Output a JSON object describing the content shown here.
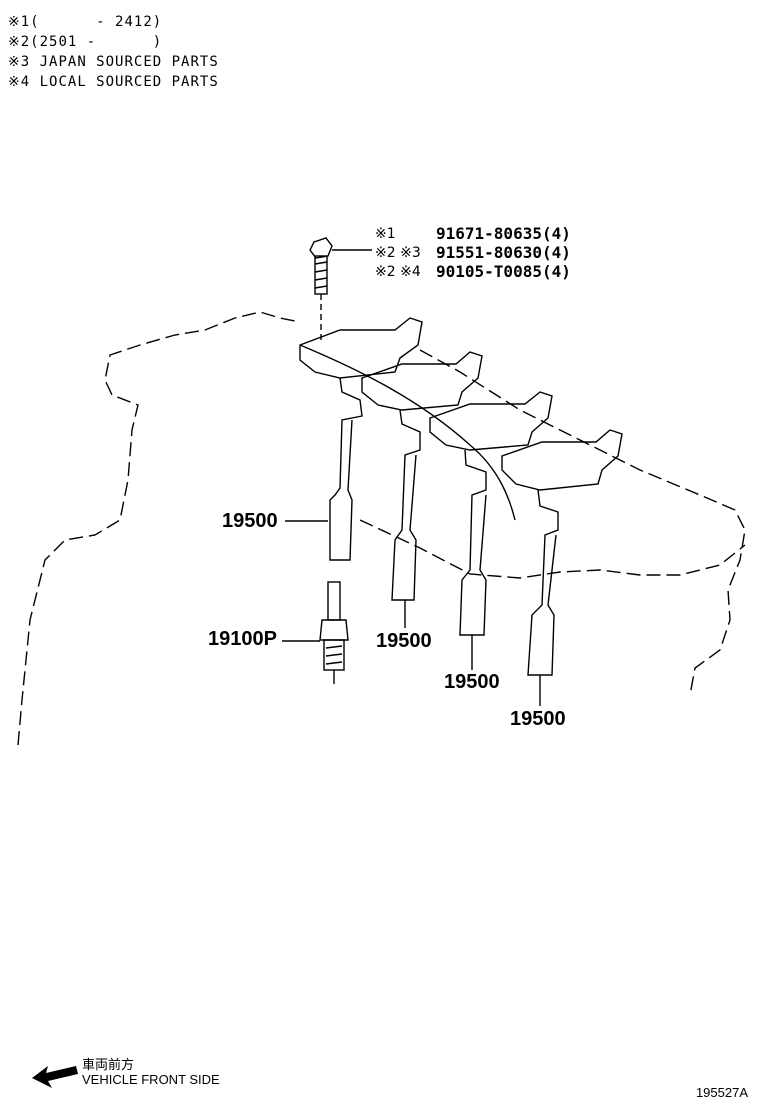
{
  "notes": [
    {
      "mark": "※1",
      "text": "(      - 2412)"
    },
    {
      "mark": "※2",
      "text": "(2501 -      )"
    },
    {
      "mark": "※3",
      "text": "JAPAN SOURCED PARTS"
    },
    {
      "mark": "※4",
      "text": "LOCAL SOURCED PARTS"
    }
  ],
  "bolt_parts": [
    {
      "marks": "※1",
      "part_number": "91671-80635(4)"
    },
    {
      "marks": "※2 ※3",
      "part_number": "91551-80630(4)"
    },
    {
      "marks": "※2 ※4",
      "part_number": "90105-T0085(4)"
    }
  ],
  "part_labels": {
    "coil_1": "19500",
    "coil_2": "19500",
    "coil_3": "19500",
    "coil_4": "19500",
    "spark_plug": "19100P"
  },
  "footer": {
    "direction_jp": "車両前方",
    "direction_en": "VEHICLE FRONT SIDE",
    "figure_ref": "195527A"
  }
}
